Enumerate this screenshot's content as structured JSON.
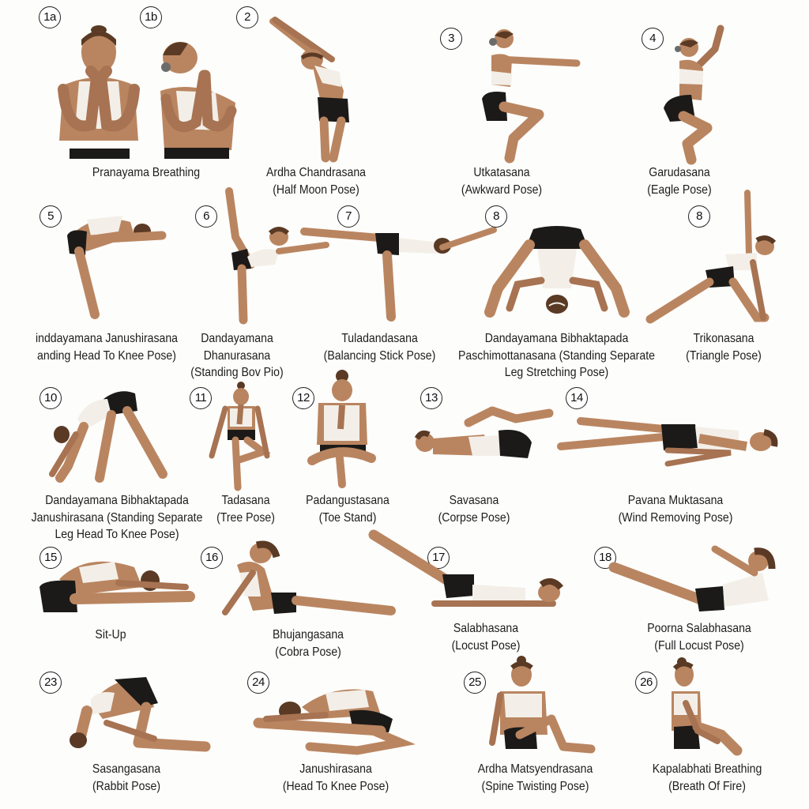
{
  "chart_title": "",
  "colors": {
    "skin": "#b98560",
    "skin_shadow": "#8e5f3f",
    "top": "#f3efe8",
    "shorts": "#1c1a18",
    "hair": "#5a3a24",
    "background": "#fdfdfb",
    "text": "#1c1c1c"
  },
  "poses": [
    {
      "badge": "1a",
      "label": "Pranayama Breathing"
    },
    {
      "badge": "1b",
      "label": ""
    },
    {
      "badge": "2",
      "label": "Ardha Chandrasana\n(Half Moon Pose)"
    },
    {
      "badge": "3",
      "label": "Utkatasana\n(Awkward Pose)"
    },
    {
      "badge": "4",
      "label": "Garudasana\n(Eagle Pose)"
    },
    {
      "badge": "5",
      "label": "inddayamana Janushirasana\nanding Head To Knee Pose)"
    },
    {
      "badge": "6",
      "label": "Dandayamana\nDhanurasana\n(Standing Bov Pio)"
    },
    {
      "badge": "7",
      "label": "Tuladandasana\n(Balancing Stick Pose)"
    },
    {
      "badge": "8",
      "label": "Dandayamana Bibhaktapada\nPaschimottanasana (Standing Separate\nLeg Stretching Pose)"
    },
    {
      "badge": "8",
      "label": "Trikonasana\n(Triangle Pose)"
    },
    {
      "badge": "10",
      "label": "Dandayamana Bibhaktapada\nJanushirasana (Standing Separate\nLeg Head To Knee Pose)"
    },
    {
      "badge": "11",
      "label": "Tadasana\n(Tree Pose)"
    },
    {
      "badge": "12",
      "label": "Padangustasana\n(Toe Stand)"
    },
    {
      "badge": "13",
      "label": "Savasana\n(Corpse Pose)"
    },
    {
      "badge": "14",
      "label": "Pavana Muktasana\n(Wind Removing Pose)"
    },
    {
      "badge": "15",
      "label": "Sit-Up"
    },
    {
      "badge": "16",
      "label": "Bhujangasana\n(Cobra Pose)"
    },
    {
      "badge": "17",
      "label": "Salabhasana\n(Locust Pose)"
    },
    {
      "badge": "18",
      "label": "Poorna Salabhasana\n(Full Locust Pose)"
    },
    {
      "badge": "23",
      "label": "Sasangasana\n(Rabbit Pose)"
    },
    {
      "badge": "24",
      "label": "Janushirasana\n(Head To Knee Pose)"
    },
    {
      "badge": "25",
      "label": "Ardha Matsyendrasana\n(Spine Twisting Pose)"
    },
    {
      "badge": "26",
      "label": "Kapalabhati Breathing\n(Breath Of Fire)"
    }
  ]
}
